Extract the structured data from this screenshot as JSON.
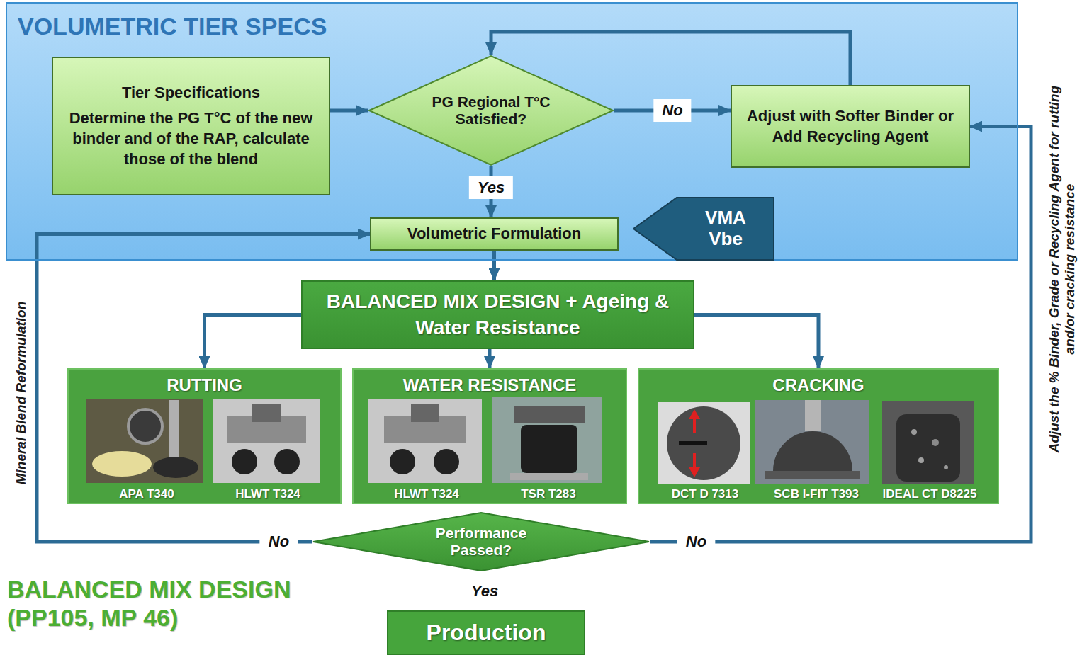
{
  "diagram": {
    "nodes": [
      {
        "text": [
          "VOLUMETRIC TIER SPECS"
        ]
      },
      {
        "text": [
          "Tier Specifications",
          "Determine the PG T°C of the new binder and of the RAP, calculate those of the blend"
        ],
        "in": 0
      },
      {
        "text": [
          "PG Regional T°C Satisfied?"
        ],
        "in": 0
      },
      {
        "text": [
          "Adjust with Softer Binder or Add Recycling Agent"
        ],
        "in": 0
      },
      {
        "text": [
          "Volumetric Formulation"
        ],
        "in": 0
      },
      {
        "text": [
          "VMA Vbe"
        ],
        "in": 0
      },
      {
        "text": [
          "BALANCED MIX DESIGN + Ageing & Water Resistance"
        ]
      },
      {
        "text": [
          "RUTTING",
          "APA T340",
          "HLWT T324"
        ]
      },
      {
        "text": [
          "WATER RESISTANCE",
          "HLWT T324",
          "TSR T283"
        ]
      },
      {
        "text": [
          "CRACKING",
          "DCT D 7313",
          "SCB I-FIT T393",
          "IDEAL CT D8225"
        ]
      },
      {
        "text": [
          "Performance Passed?"
        ]
      },
      {
        "text": [
          "Production"
        ]
      }
    ],
    "edges": [
      {
        "from": 1,
        "to": 2,
        "arrow": "to"
      },
      {
        "from": 2,
        "to": 3,
        "label": "No",
        "arrow": "to"
      },
      {
        "from": 3,
        "to": 2,
        "arrow": "to"
      },
      {
        "from": 2,
        "to": 4,
        "label": "Yes",
        "arrow": "to"
      },
      {
        "from": 4,
        "to": 6,
        "arrow": "to"
      },
      {
        "from": 6,
        "to": 7,
        "arrow": "to"
      },
      {
        "from": 6,
        "to": 8,
        "arrow": "to"
      },
      {
        "from": 6,
        "to": 9,
        "arrow": "to"
      },
      {
        "from": 10,
        "to": 4,
        "label": "No",
        "arrow": "to"
      },
      {
        "from": 10,
        "to": 3,
        "label": "No",
        "arrow": "to"
      }
    ],
    "labels": [
      "Mineral Blend Reformulation",
      "Adjust the % Binder, Grade or Recycling Agent for rutting and/or cracking resistance",
      "BALANCED MIX DESIGN (PP105, MP 46)",
      "Yes"
    ]
  }
}
